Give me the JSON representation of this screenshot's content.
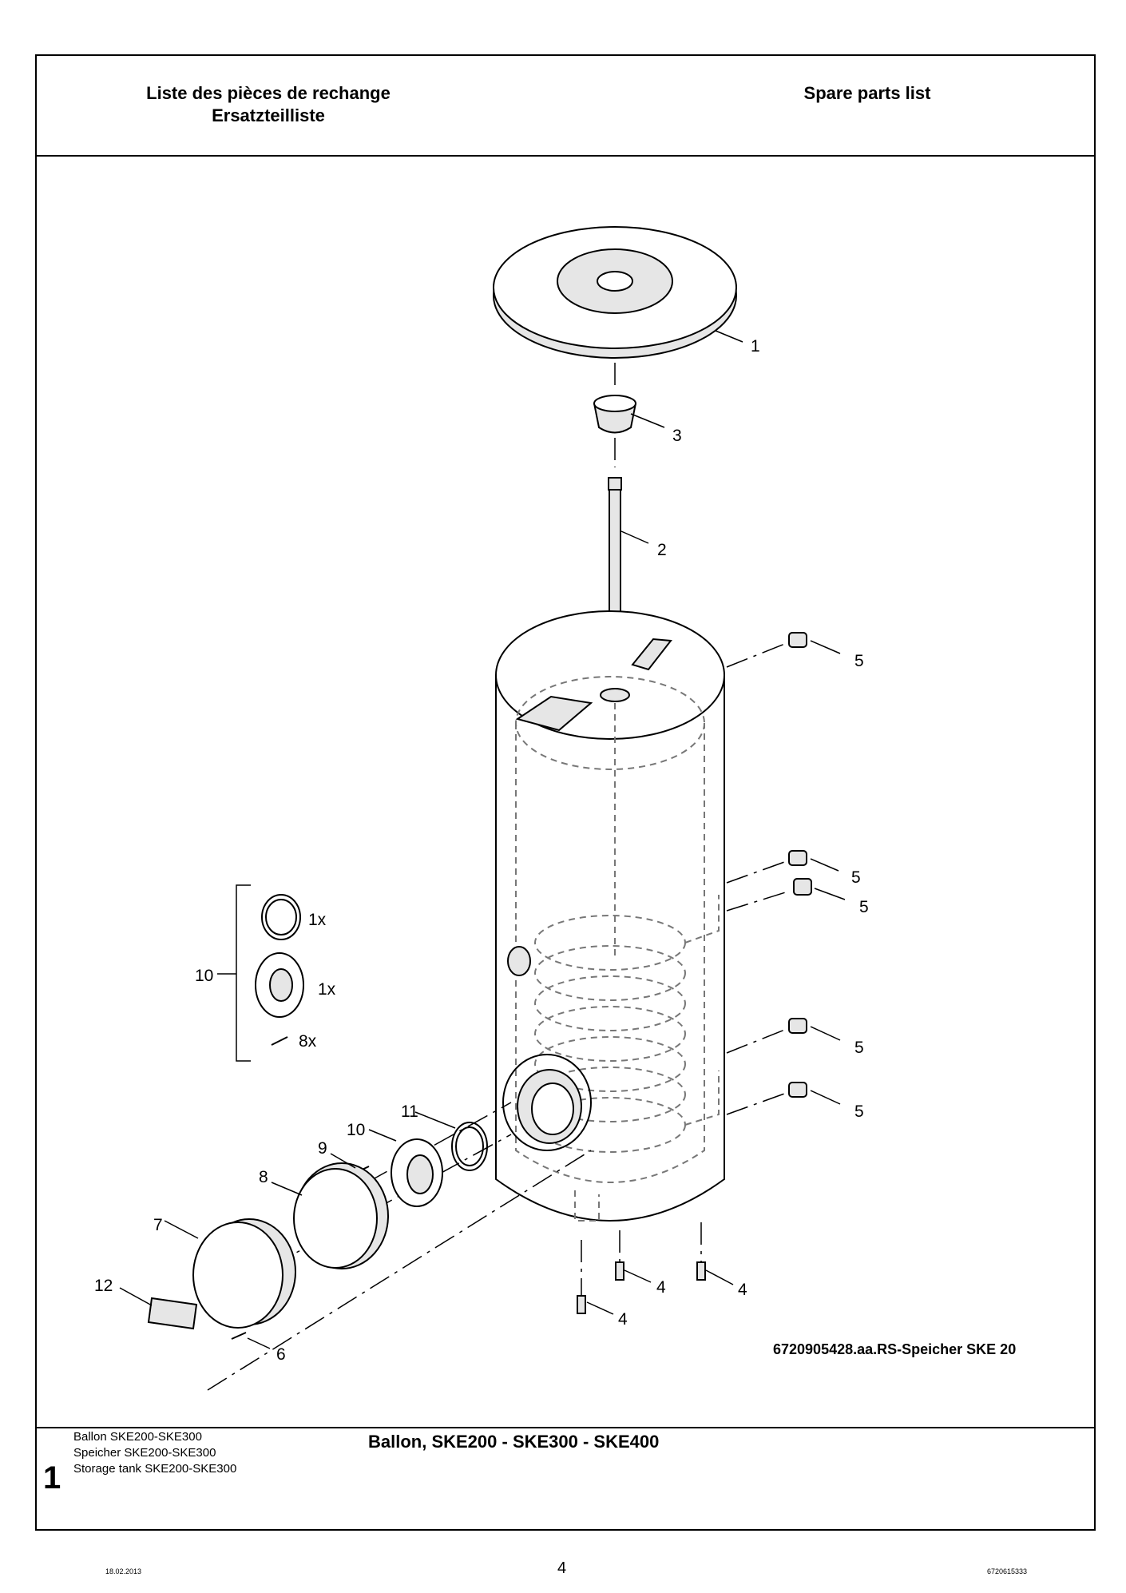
{
  "header": {
    "left_line1": "Liste des pièces de rechange",
    "left_line2": "Ersatzteilliste",
    "right": "Spare parts list"
  },
  "diagram": {
    "image_ref": "6720905428.aa.RS-Speicher SKE 20",
    "callouts": [
      "1",
      "2",
      "3",
      "4",
      "4",
      "4",
      "5",
      "5",
      "5",
      "5",
      "5",
      "6",
      "7",
      "8",
      "9",
      "10",
      "11",
      "12"
    ],
    "kit": {
      "number": "10",
      "qty_ring": "1x",
      "qty_flange": "1x",
      "qty_screws": "8x"
    }
  },
  "footer": {
    "section_number": "1",
    "desc_fr": "Ballon SKE200-SKE300",
    "desc_de": "Speicher SKE200-SKE300",
    "desc_en": "Storage tank SKE200-SKE300",
    "title": "Ballon, SKE200 - SKE300 - SKE400"
  },
  "page": {
    "date": "18.02.2013",
    "page_number": "4",
    "doc_number": "6720615333"
  }
}
